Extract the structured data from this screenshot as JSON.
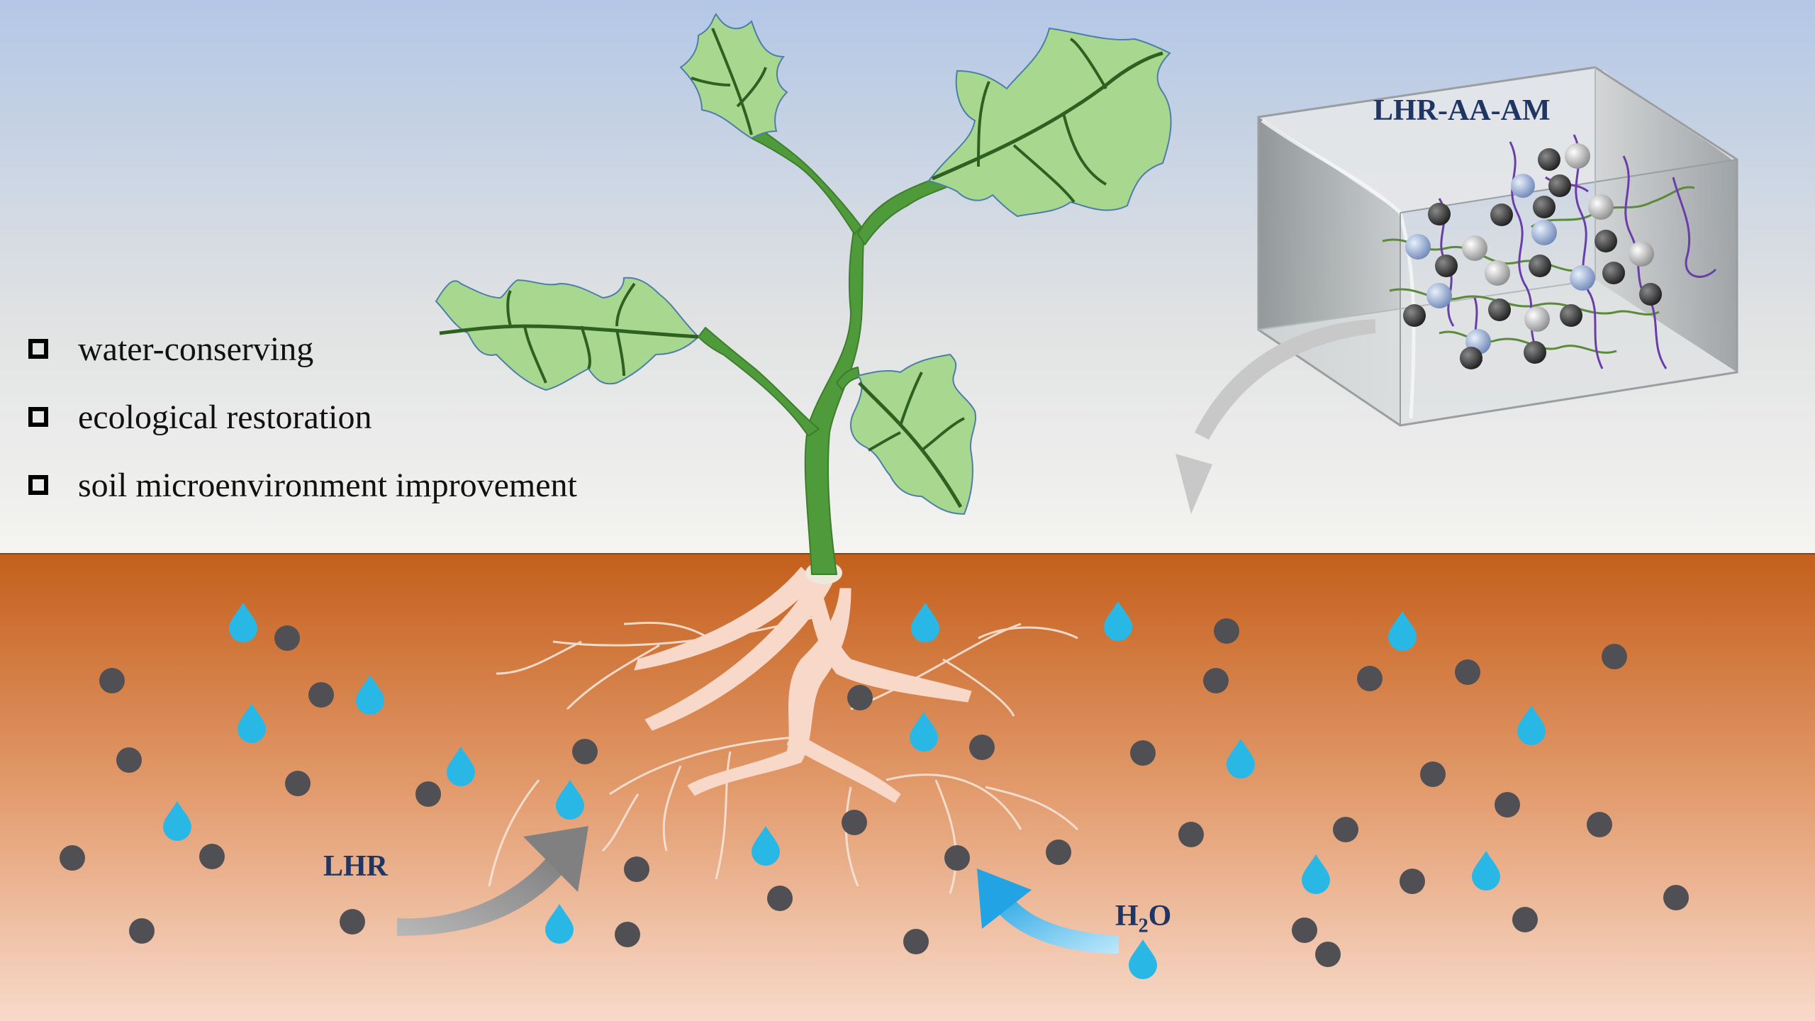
{
  "features": [
    {
      "label": "water-conserving"
    },
    {
      "label": "ecological restoration"
    },
    {
      "label": "soil microenvironment improvement"
    }
  ],
  "labels": {
    "box_title": "LHR-AA-AM",
    "lhr": "LHR",
    "water_main": "H",
    "water_sub": "2",
    "water_tail": "O"
  },
  "colors": {
    "sky_top": "#b3c7e6",
    "sky_bottom": "#f4f4f1",
    "soil_top": "#c45f1c",
    "soil_bottom": "#f8dacb",
    "particle": "#505054",
    "droplet": "#29b8e6",
    "stem": "#4f9a3a",
    "leaf": "#a8d890",
    "root": "#f8d8c8",
    "label_dark": "#1f3564",
    "arrow_grey": "#9a9a9a",
    "arrow_blue": "#2aa9e6"
  },
  "icons": [
    "checkbox-icon",
    "water-droplet-icon",
    "soil-particle-icon",
    "arrow-icon"
  ]
}
